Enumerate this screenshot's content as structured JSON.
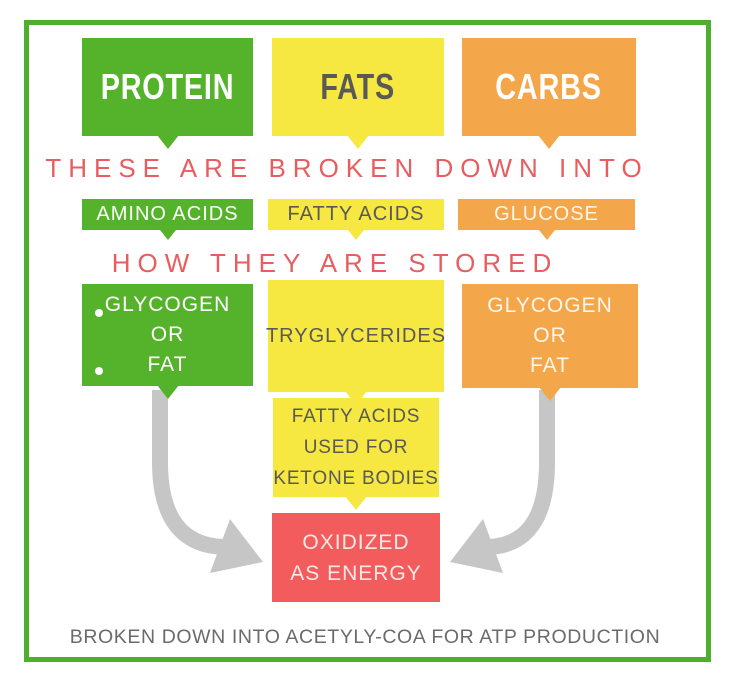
{
  "headings": {
    "broken_down_into": "THESE ARE BROKEN DOWN INTO",
    "how_stored": "HOW THEY ARE STORED"
  },
  "columns": [
    {
      "source_label": "PROTEIN",
      "broken_into_label": "AMINO ACIDS",
      "stored_lines": [
        "GLYCOGEN",
        "OR",
        "FAT"
      ],
      "bulleted": true
    },
    {
      "source_label": "FATS",
      "broken_into_label": "FATTY ACIDS",
      "stored_lines": [
        "TRYGLYCERIDES"
      ],
      "bulleted": false
    },
    {
      "source_label": "CARBS",
      "broken_into_label": "GLUCOSE",
      "stored_lines": [
        "GLYCOGEN",
        "OR",
        "FAT"
      ],
      "bulleted": false
    }
  ],
  "ketone_box": {
    "line1": "FATTY ACIDS",
    "line2": "USED FOR",
    "line3": "KETONE BODIES"
  },
  "energy_box": {
    "line1": "OXIDIZED",
    "line2": "AS ENERGY"
  },
  "caption": "BROKEN DOWN INTO ACETYLY-COA FOR ATP PRODUCTION",
  "palette": {
    "frame_green": "#4DAF2B",
    "protein_green": "#55B32B",
    "fats_yellow": "#F6E841",
    "carbs_orange": "#F4A74A",
    "energy_red": "#F25C5C",
    "heading_red": "#E95D60",
    "arrow_gray": "#C6C6C6",
    "dark_text": "#595959",
    "caption_gray": "#6B6B6B"
  }
}
